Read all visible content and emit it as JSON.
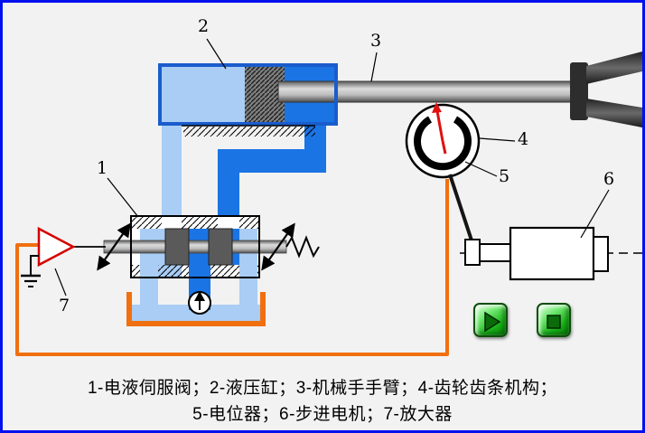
{
  "window": {
    "border_color": "#0010ee",
    "background": "#f2f2f2"
  },
  "figure": {
    "labels": {
      "n1": "1",
      "n2": "2",
      "n3": "3",
      "n4": "4",
      "n5": "5",
      "n6": "6",
      "n7": "7"
    },
    "caption_line1": "1-电液伺服阀；2-液压缸；3-机械手手臂；4-齿轮齿条机构；",
    "caption_line2": "5-电位器；6-步进电机；7-放大器"
  },
  "icons": {
    "play": "play-icon",
    "stop": "stop-icon"
  },
  "colors": {
    "pipe_blue": "#1b74e4",
    "pipe_light_blue": "#a9cdf4",
    "cylinder_frame_blue": "#1a5ccc",
    "feedback_wire_orange": "#f07010",
    "tank_orange": "#f07010",
    "needle_red": "#e01010",
    "button_green": "#17b317",
    "metal_gray": "#9a9a9a"
  }
}
